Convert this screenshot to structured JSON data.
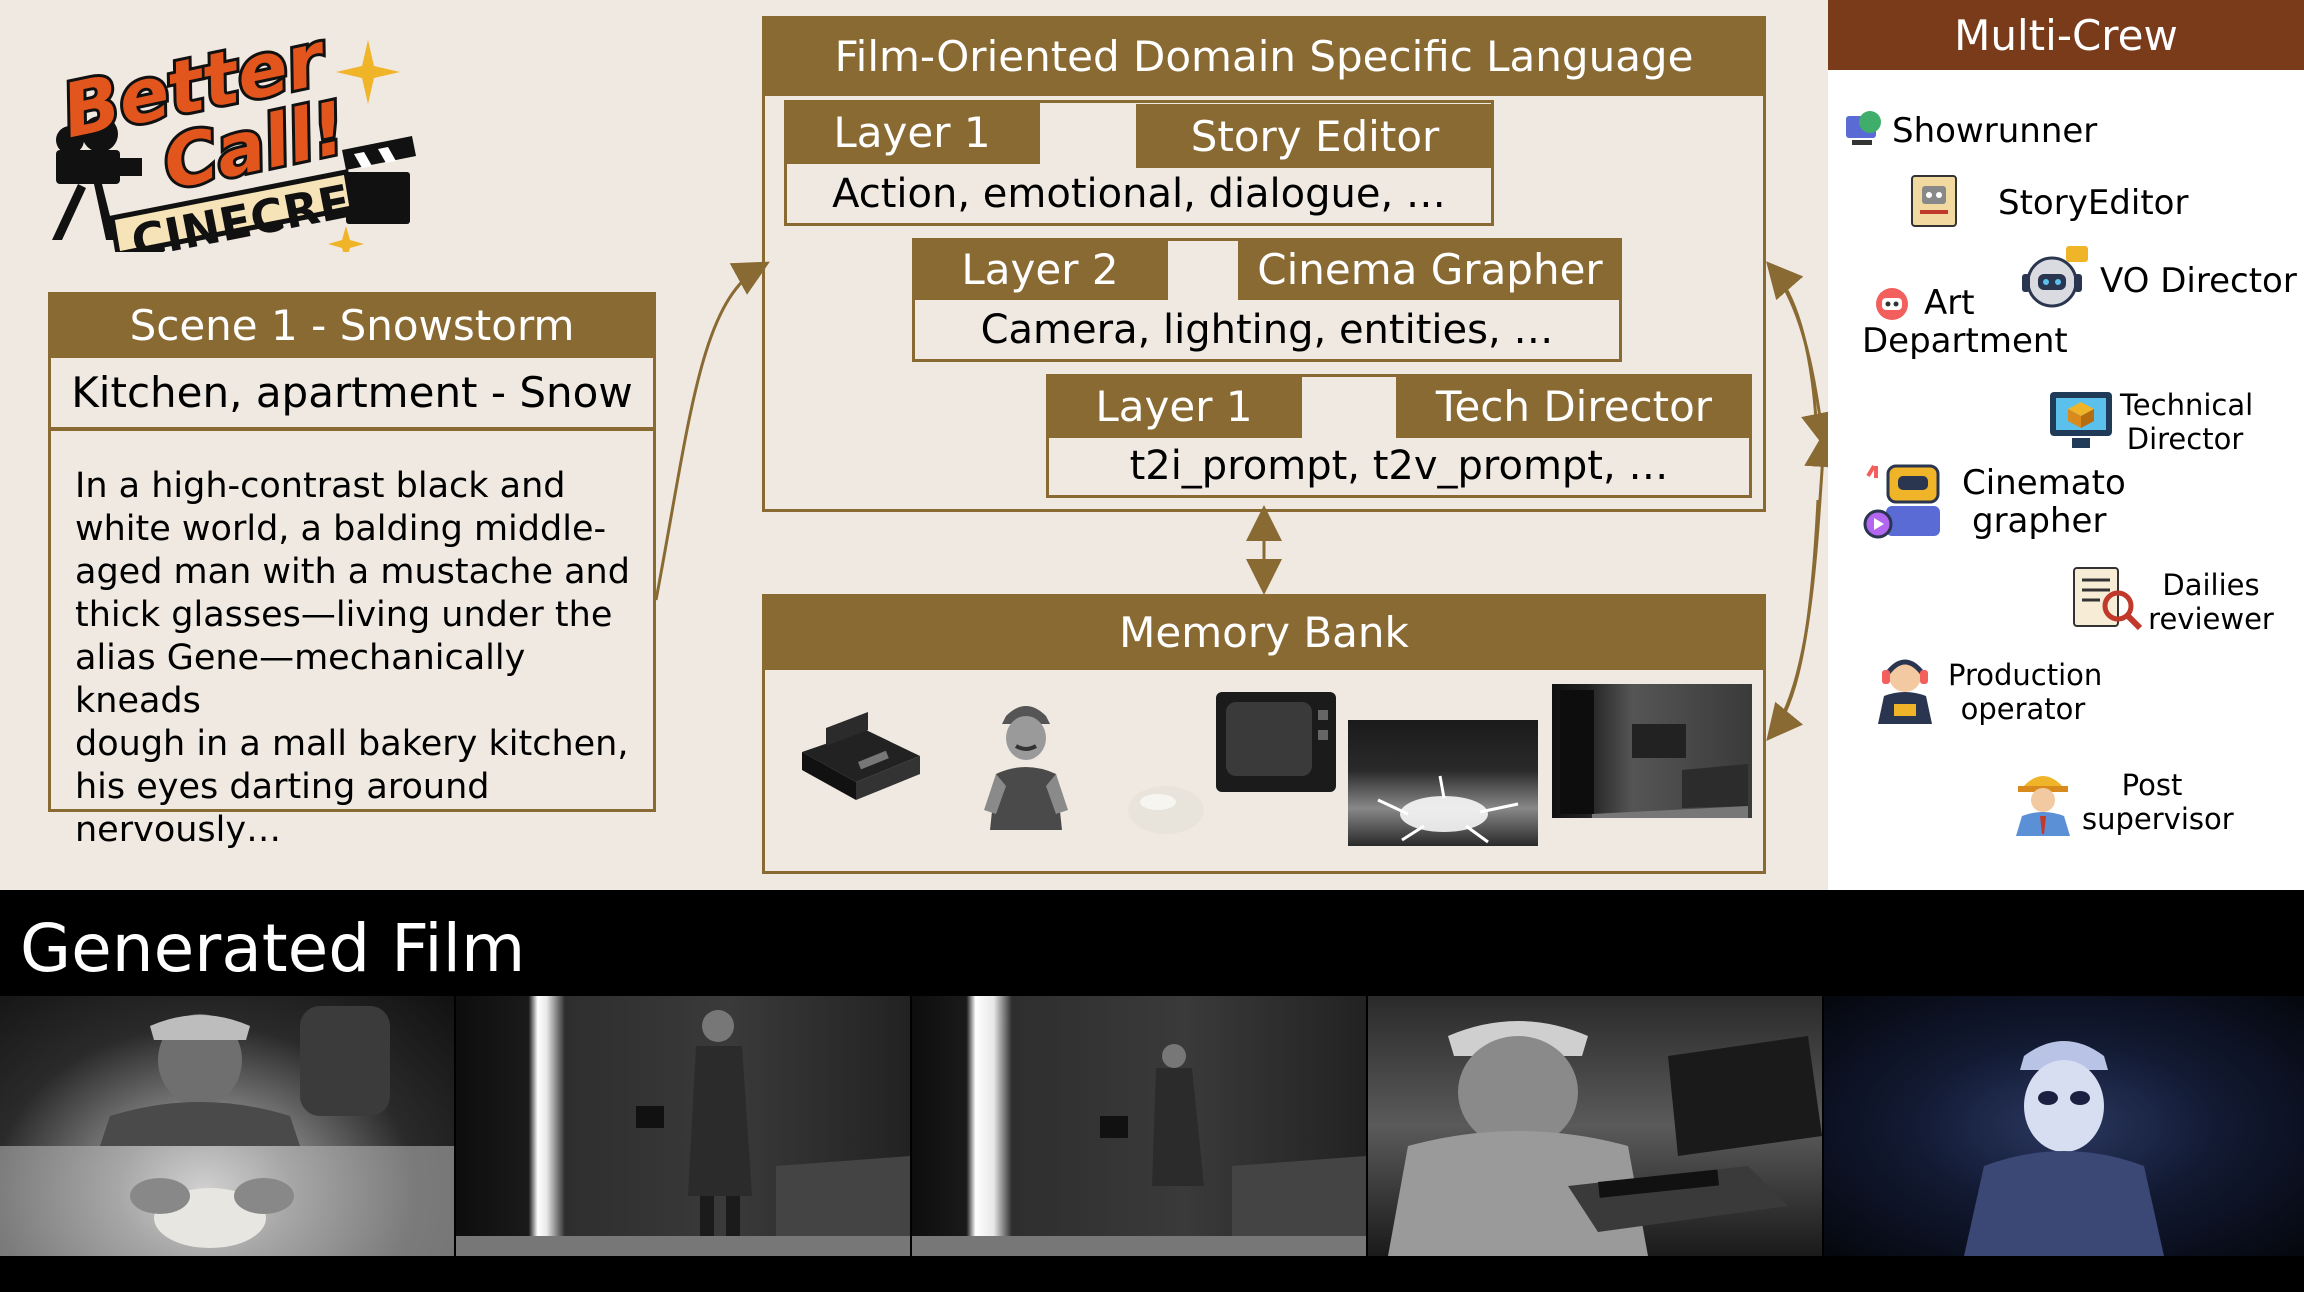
{
  "logo": {
    "line1": "Better",
    "line2": "Call!",
    "line3": "CINECREW"
  },
  "scene": {
    "header": "Scene 1 - Snowstorm",
    "subheader": "Kitchen, apartment - Snow",
    "lines": [
      "In a high-contrast black and",
      "white world, a balding middle-",
      "aged man with a mustache and",
      "thick glasses—living under the",
      "alias Gene—mechanically kneads",
      "dough in a mall bakery kitchen,",
      "his eyes darting around",
      "nervously…"
    ]
  },
  "dsl": {
    "title": "Film-Oriented Domain Specific Language",
    "layers": [
      {
        "layer": "Layer 1",
        "role": "Story Editor",
        "content": "Action, emotional, dialogue, …"
      },
      {
        "layer": "Layer 2",
        "role": "Cinema Grapher",
        "content": "Camera, lighting, entities, …"
      },
      {
        "layer": "Layer 1",
        "role": "Tech Director",
        "content": "t2i_prompt, t2v_prompt, …"
      }
    ]
  },
  "memory_bank": {
    "title": "Memory Bank"
  },
  "crew": {
    "title": "Multi-Crew",
    "members": [
      {
        "label": "Showrunner",
        "icon": "globe-computer-icon"
      },
      {
        "label": "StoryEditor",
        "icon": "notebook-robot-icon"
      },
      {
        "label": "VO Director",
        "icon": "headset-robot-icon"
      },
      {
        "label_lines": [
          "Art",
          "Department"
        ],
        "icon": "palette-robot-icon"
      },
      {
        "label_lines": [
          "Technical",
          "Director"
        ],
        "icon": "monitor-cube-icon"
      },
      {
        "label_lines": [
          "Cinemato",
          "grapher"
        ],
        "icon": "camera-robot-icon"
      },
      {
        "label_lines": [
          "Dailies",
          "reviewer"
        ],
        "icon": "document-magnifier-icon"
      },
      {
        "label_lines": [
          "Production",
          "operator"
        ],
        "icon": "operator-headset-icon"
      },
      {
        "label_lines": [
          "Post",
          "supervisor"
        ],
        "icon": "hardhat-worker-icon"
      }
    ]
  },
  "film": {
    "title": "Generated Film"
  },
  "colors": {
    "accent": "#8a6a33",
    "crew_header": "#7a3b1b",
    "background": "#efe9e1"
  }
}
